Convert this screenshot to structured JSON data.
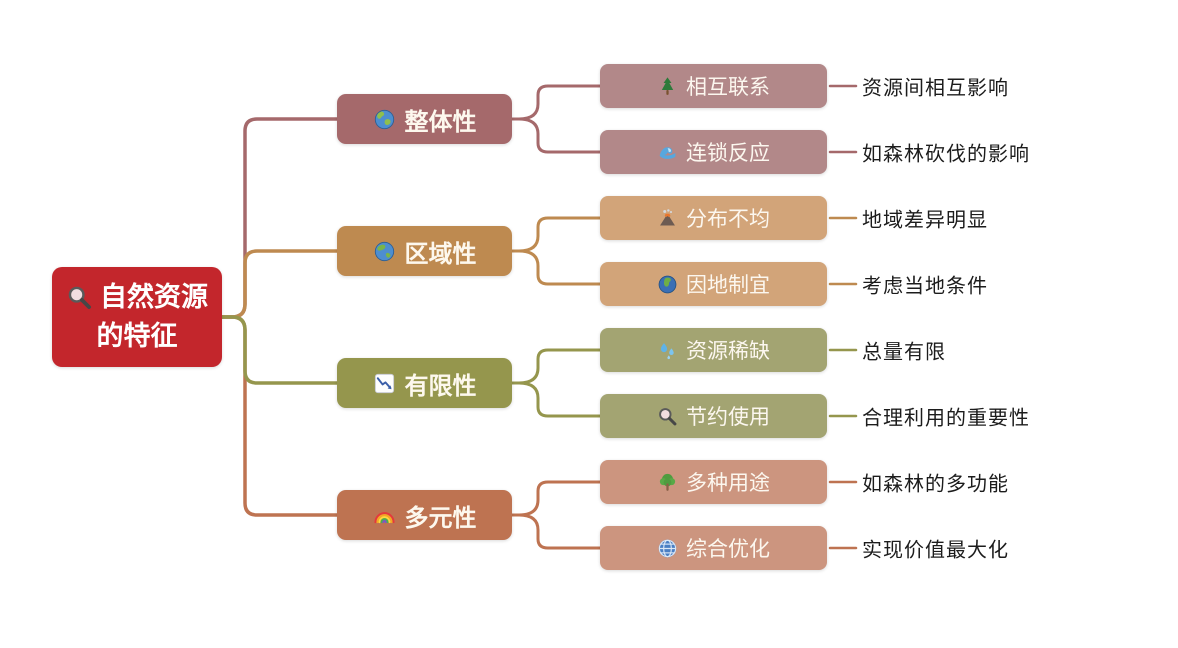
{
  "root": {
    "label_line1": "自然资源",
    "label_line2": "的特征",
    "icon": "magnifier",
    "color": "#c3262c"
  },
  "branches": [
    {
      "label": "整体性",
      "icon": "globe-europe-africa",
      "color": "#a5696b",
      "child_color": "#b28889",
      "children": [
        {
          "label": "相互联系",
          "icon": "evergreen-tree",
          "note": "资源间相互影响"
        },
        {
          "label": "连锁反应",
          "icon": "water-wave",
          "note": "如森林砍伐的影响"
        }
      ]
    },
    {
      "label": "区域性",
      "icon": "globe-asia",
      "color": "#be8a50",
      "child_color": "#d2a479",
      "children": [
        {
          "label": "分布不均",
          "icon": "volcano",
          "note": "地域差异明显"
        },
        {
          "label": "因地制宜",
          "icon": "globe-africa",
          "note": "考虑当地条件"
        }
      ]
    },
    {
      "label": "有限性",
      "icon": "chart-decreasing",
      "color": "#95964d",
      "child_color": "#a3a472",
      "children": [
        {
          "label": "资源稀缺",
          "icon": "sweat-droplets",
          "note": "总量有限"
        },
        {
          "label": "节约使用",
          "icon": "magnifier",
          "note": "合理利用的重要性"
        }
      ]
    },
    {
      "label": "多元性",
      "icon": "rainbow",
      "color": "#be7351",
      "child_color": "#cc957f",
      "children": [
        {
          "label": "多种用途",
          "icon": "deciduous-tree",
          "note": "如森林的多功能"
        },
        {
          "label": "综合优化",
          "icon": "globe-meridians",
          "note": "实现价值最大化"
        }
      ]
    }
  ]
}
